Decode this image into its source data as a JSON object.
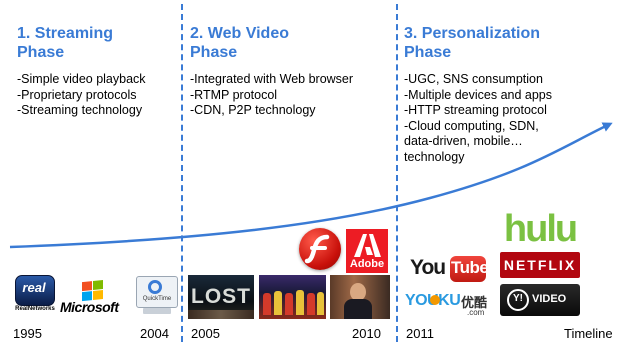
{
  "phases": [
    {
      "title_line1": "1. Streaming",
      "title_line2": "Phase",
      "bullets": [
        "-Simple video playback",
        "-Proprietary protocols",
        "-Streaming technology"
      ]
    },
    {
      "title_line1": "2. Web Video",
      "title_line2": "Phase",
      "bullets": [
        "-Integrated with Web browser",
        "-RTMP protocol",
        "-CDN, P2P technology"
      ]
    },
    {
      "title_line1": "3. Personalization",
      "title_line2": "Phase",
      "bullets": [
        "-UGC, SNS consumption",
        "-Multiple devices and apps",
        "-HTTP streaming protocol",
        "-Cloud computing, SDN,",
        "data-driven, mobile…",
        "technology"
      ]
    }
  ],
  "axis": {
    "years": [
      "1995",
      "2004",
      "2005",
      "2010",
      "2011"
    ],
    "label": "Timeline"
  },
  "logos": {
    "real": "real",
    "realnetworks": "RealNetworks",
    "microsoft": "Microsoft",
    "quicktime": "QuickTime",
    "lost": "LOST",
    "adobe": "Adobe",
    "youtube_you": "You",
    "youtube_tube": "Tube",
    "youku": "YOUKU",
    "youku_cn": "优酷",
    "youku_com": ".com",
    "hulu": "hulu",
    "netflix": "NETFLIX",
    "yahoo_video": "VIDEO",
    "yahoo_mark": "Y!"
  },
  "colors": {
    "accent": "#3a7bd5",
    "youtube_red": "#e52d27",
    "netflix_red": "#b20710",
    "hulu_green": "#7bc142",
    "adobe_red": "#ed1c24"
  }
}
